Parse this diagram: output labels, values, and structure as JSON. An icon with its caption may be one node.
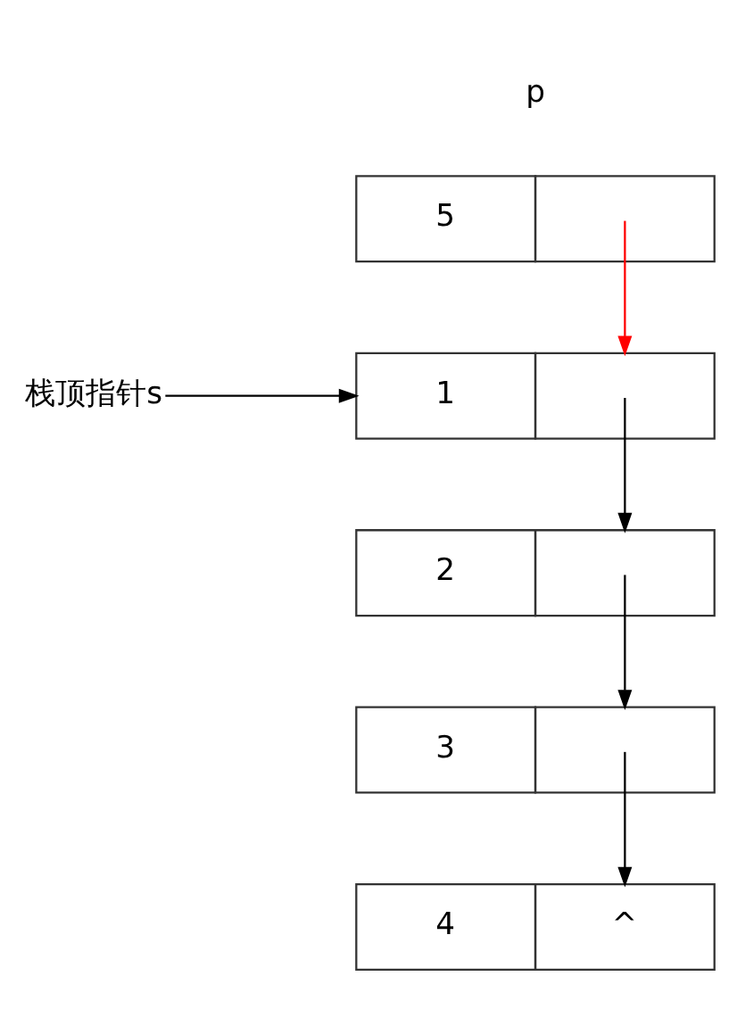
{
  "diagram": {
    "nodes": [
      {
        "text": [
          "5"
        ],
        "beside": [
          "p"
        ]
      },
      {
        "text": [
          "栈顶指针s"
        ]
      },
      {
        "text": [
          "1"
        ]
      },
      {
        "text": [
          "2"
        ]
      },
      {
        "text": [
          "3"
        ]
      },
      {
        "text": [
          "4",
          "^"
        ]
      }
    ],
    "edges": [
      {
        "from": 0,
        "to": 2,
        "arrow": "to",
        "color": "#ff0000"
      },
      {
        "from": 1,
        "to": 2,
        "arrow": "to"
      },
      {
        "from": 2,
        "to": 3,
        "arrow": "to"
      },
      {
        "from": 3,
        "to": 4,
        "arrow": "to"
      },
      {
        "from": 4,
        "to": 5,
        "arrow": "to"
      }
    ]
  }
}
